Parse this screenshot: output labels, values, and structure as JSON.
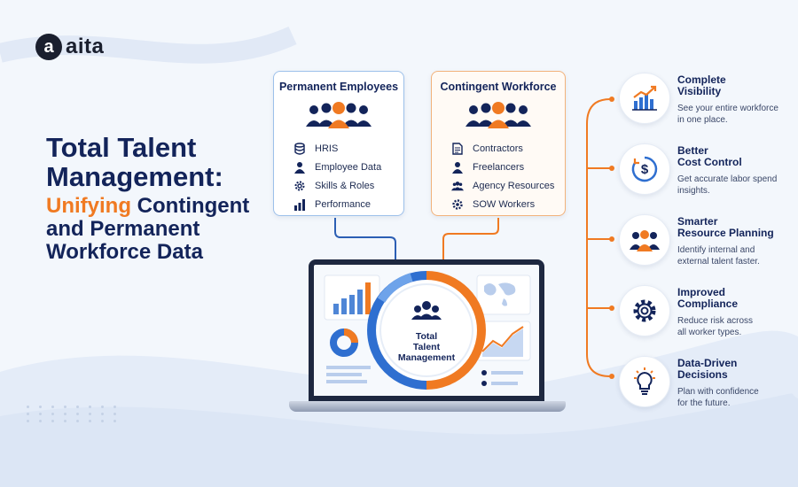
{
  "logo": {
    "mark": "a",
    "text": "aita"
  },
  "headline": {
    "line1": "Total Talent",
    "line2": "Management:",
    "line3_highlight": "Unifying",
    "line3_rest": " Contingent",
    "line4": "and Permanent",
    "line5": "Workforce Data"
  },
  "permanent": {
    "title": "Permanent Employees",
    "items": [
      {
        "label": "HRIS",
        "icon": "database-icon"
      },
      {
        "label": "Employee Data",
        "icon": "person-icon"
      },
      {
        "label": "Skills & Roles",
        "icon": "gear-icon"
      },
      {
        "label": "Performance",
        "icon": "bar-chart-icon"
      }
    ]
  },
  "contingent": {
    "title": "Contingent Workforce",
    "items": [
      {
        "label": "Contractors",
        "icon": "document-icon"
      },
      {
        "label": "Freelancers",
        "icon": "person-icon"
      },
      {
        "label": "Agency Resources",
        "icon": "group-icon"
      },
      {
        "label": "SOW Workers",
        "icon": "gear-icon"
      }
    ]
  },
  "center": {
    "label_line1": "Total",
    "label_line2": "Talent",
    "label_line3": "Management"
  },
  "benefits": [
    {
      "title_line1": "Complete",
      "title_line2": "Visibility",
      "desc_line1": "See your entire workforce",
      "desc_line2": "in one place.",
      "icon": "growth-chart-icon"
    },
    {
      "title_line1": "Better",
      "title_line2": "Cost Control",
      "desc_line1": "Get accurate labor spend",
      "desc_line2": "insights.",
      "icon": "dollar-icon"
    },
    {
      "title_line1": "Smarter",
      "title_line2": "Resource Planning",
      "desc_line1": "Identify internal and",
      "desc_line2": "external talent faster.",
      "icon": "team-icon"
    },
    {
      "title_line1": "Improved",
      "title_line2": "Compliance",
      "desc_line1": "Reduce risk across",
      "desc_line2": "all worker types.",
      "icon": "gear-icon"
    },
    {
      "title_line1": "Data-Driven",
      "title_line2": "Decisions",
      "desc_line1": "Plan with confidence",
      "desc_line2": "for the future.",
      "icon": "lightbulb-icon"
    }
  ],
  "colors": {
    "navy": "#13245a",
    "blue": "#2f6fd0",
    "orange": "#f07a22",
    "light_blue": "#9dc0ea"
  }
}
